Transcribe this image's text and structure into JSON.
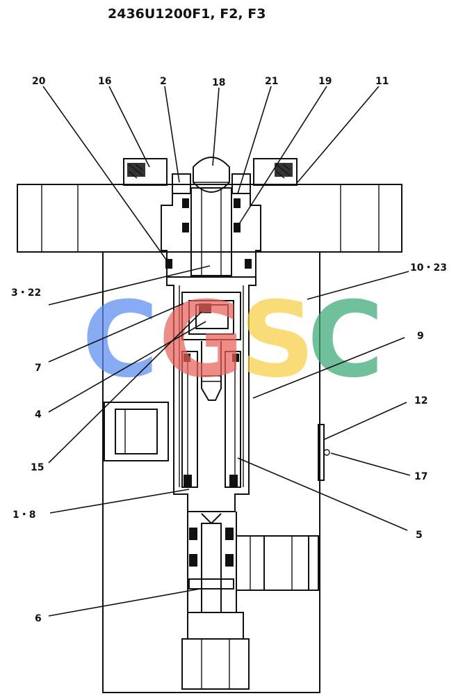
{
  "title": "2436U1200F1, F2, F3",
  "watermark": {
    "letters": [
      {
        "char": "C",
        "color": "#5b8df0"
      },
      {
        "char": "G",
        "color": "#e8605a"
      },
      {
        "char": "S",
        "color": "#f7cf45"
      },
      {
        "char": "C",
        "color": "#3aa876"
      }
    ]
  },
  "callouts": {
    "c20": "20",
    "c16": "16",
    "c2": "2",
    "c18": "18",
    "c21": "21",
    "c19": "19",
    "c11": "11",
    "c10_23": "10・23",
    "c3_22": "3・22",
    "c7": "7",
    "c9": "9",
    "c4": "4",
    "c12": "12",
    "c15": "15",
    "c17": "17",
    "c1_8": "1・8",
    "c5": "5",
    "c6": "6"
  }
}
